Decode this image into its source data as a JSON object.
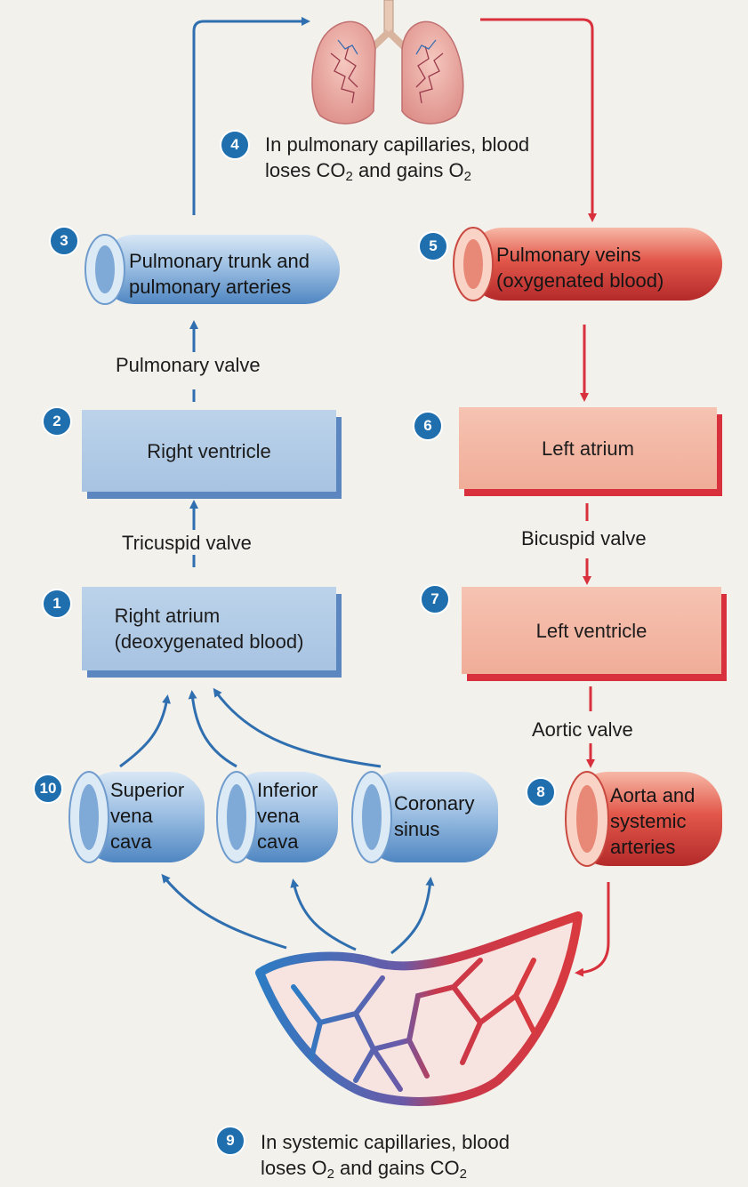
{
  "colors": {
    "deoxygenated": "#2f6fb0",
    "oxygenated": "#d8303c",
    "badge": "#1f6fae"
  },
  "steps": {
    "s1": {
      "number": "1",
      "label": "Right atrium\n(deoxygenated blood)"
    },
    "s2": {
      "number": "2",
      "label": "Right ventricle"
    },
    "s3": {
      "number": "3",
      "label": "Pulmonary trunk and\npulmonary arteries"
    },
    "s4": {
      "number": "4",
      "line1": "In pulmonary capillaries, blood",
      "line2_pre": "loses CO",
      "line2_sub1": "2",
      "line2_mid": " and gains O",
      "line2_sub2": "2"
    },
    "s5": {
      "number": "5",
      "label": "Pulmonary veins\n(oxygenated blood)"
    },
    "s6": {
      "number": "6",
      "label": "Left atrium"
    },
    "s7": {
      "number": "7",
      "label": "Left ventricle"
    },
    "s8": {
      "number": "8",
      "label": "Aorta and\nsystemic\narteries"
    },
    "s9": {
      "number": "9",
      "line1": "In systemic capillaries, blood",
      "line2_pre": "loses O",
      "line2_sub1": "2",
      "line2_mid": " and gains CO",
      "line2_sub2": "2"
    },
    "s10": {
      "number": "10"
    }
  },
  "veins": {
    "superior": "Superior\nvena\ncava",
    "inferior": "Inferior\nvena\ncava",
    "coronary": "Coronary\nsinus"
  },
  "valves": {
    "pulmonary": "Pulmonary valve",
    "tricuspid": "Tricuspid valve",
    "bicuspid": "Bicuspid valve",
    "aortic": "Aortic valve"
  }
}
